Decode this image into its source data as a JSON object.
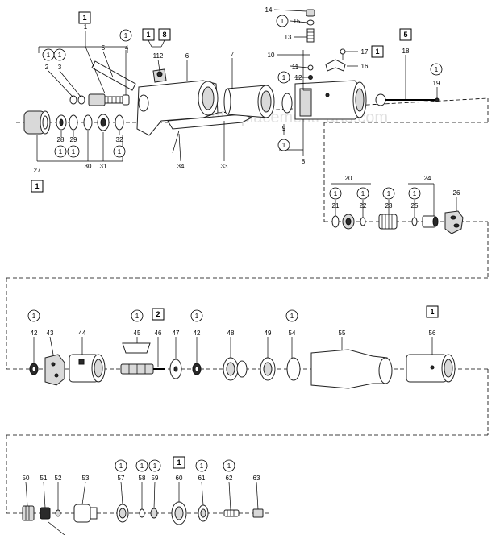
{
  "watermark": "eReplacementParts.com",
  "labels": {
    "l1": "1",
    "l2": "2",
    "l3": "3",
    "l4": "4",
    "l5": "5",
    "l6": "6",
    "l7": "7",
    "l8": "8",
    "l9": "9",
    "l10": "10",
    "l11": "11",
    "l12": "12",
    "l13": "13",
    "l14": "14",
    "l15": "15",
    "l16": "16",
    "l17": "17",
    "l18": "18",
    "l19": "19",
    "l20": "20",
    "l21": "21",
    "l22": "22",
    "l23": "23",
    "l24": "24",
    "l25": "25",
    "l26": "26",
    "l27": "27",
    "l28": "28",
    "l29": "29",
    "l30": "30",
    "l31": "31",
    "l32": "32",
    "l33": "33",
    "l34": "34",
    "l42a": "42",
    "l42b": "42",
    "l43": "43",
    "l44": "44",
    "l45": "45",
    "l46": "46",
    "l47": "47",
    "l48": "48",
    "l49": "49",
    "l50": "50",
    "l51": "51",
    "l52": "52",
    "l53": "53",
    "l54": "54",
    "l55": "55",
    "l56": "56",
    "l57": "57",
    "l58": "58",
    "l59": "59",
    "l60": "60",
    "l61": "61",
    "l62": "62",
    "l63": "63",
    "l112": "112"
  },
  "circle_marker": "1",
  "box_markers": {
    "b1": "1",
    "b1_8a": "1",
    "b1_8b": "8",
    "b17": "1",
    "b18": "5",
    "b27": "1",
    "b46": "2",
    "b56": "1",
    "b60": "1"
  }
}
